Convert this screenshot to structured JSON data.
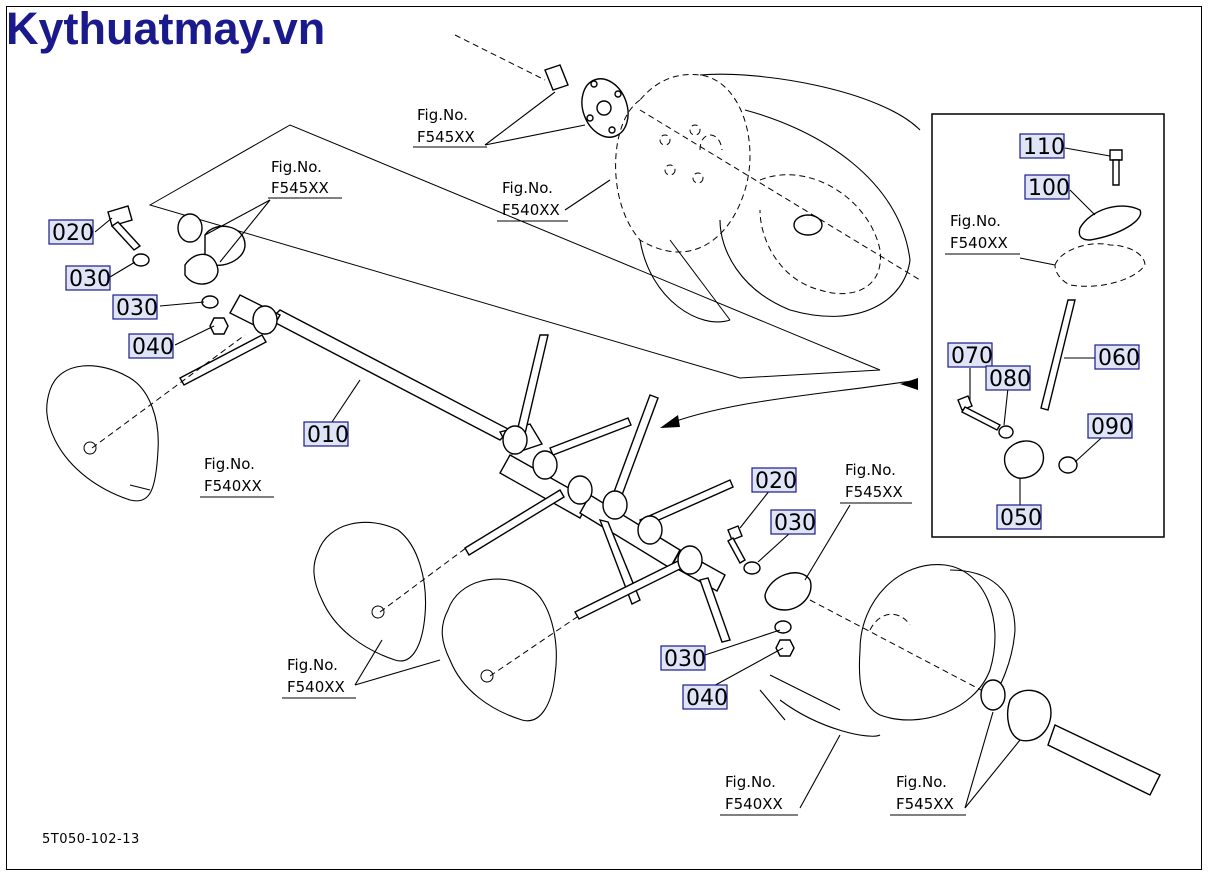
{
  "brand": "Kythuatmay.vn",
  "drawing_code": "5T050-102-13",
  "fig_label": "Fig.No.",
  "callouts": [
    {
      "id": "020"
    },
    {
      "id": "030"
    },
    {
      "id": "030"
    },
    {
      "id": "040"
    },
    {
      "id": "010"
    },
    {
      "id": "020"
    },
    {
      "id": "030"
    },
    {
      "id": "030"
    },
    {
      "id": "040"
    },
    {
      "id": "110"
    },
    {
      "id": "100"
    },
    {
      "id": "070"
    },
    {
      "id": "080"
    },
    {
      "id": "060"
    },
    {
      "id": "090"
    },
    {
      "id": "050"
    }
  ],
  "fig_refs": [
    {
      "code": "F545XX"
    },
    {
      "code": "F540XX"
    },
    {
      "code": "F545XX"
    },
    {
      "code": "F540XX"
    },
    {
      "code": "F545XX"
    },
    {
      "code": "F540XX"
    },
    {
      "code": "F540XX"
    },
    {
      "code": "F545XX"
    },
    {
      "code": "F540XX"
    }
  ]
}
